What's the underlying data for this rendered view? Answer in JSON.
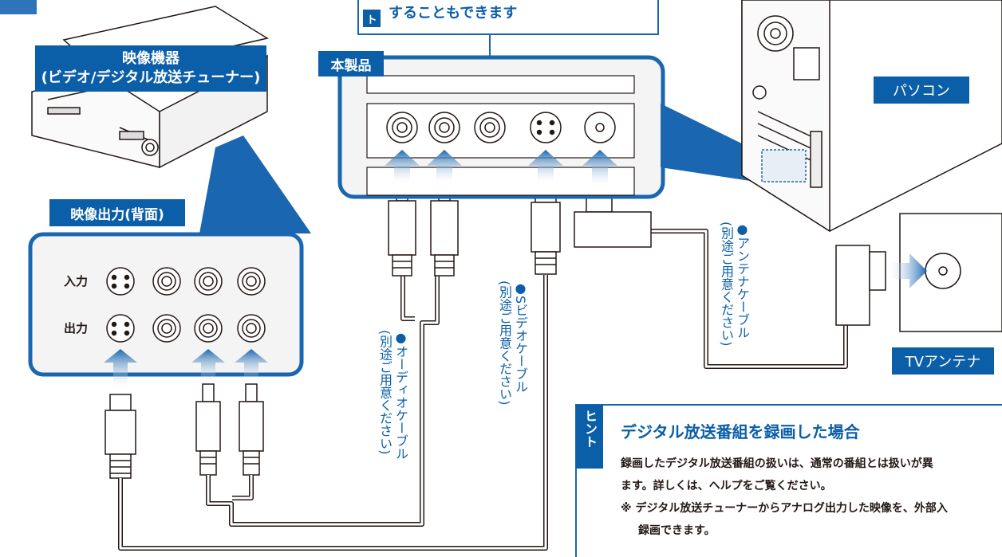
{
  "colors": {
    "accent": "#0b5ea8",
    "frame": "#1a66b0",
    "line": "#231815",
    "panel": "#f4f4f4"
  },
  "callout_top": {
    "label": "ト",
    "text": "することもできます"
  },
  "video_device_label": {
    "line1": "映像機器",
    "line2": "(ビデオ/デジタル放送チューナー)"
  },
  "product_label": "本製品",
  "pc_label": "パソコン",
  "output_panel_label": "映像出力(背面)",
  "panel_rows": {
    "input": "入力",
    "output": "出力"
  },
  "tv_antenna_label": "TVアンテナ",
  "cables": {
    "antenna": {
      "line1": "●アンテナケーブル",
      "line2": "(別途ご用意ください)"
    },
    "svideo": {
      "line1": "●Sビデオケーブル",
      "line2": "(別途ご用意ください)"
    },
    "audio": {
      "line1": "●オーディオケーブル",
      "line2": "(別途ご用意ください)"
    }
  },
  "hint": {
    "tab": "ヒント",
    "title": "デジタル放送番組を録画した場合",
    "line1": "録画したデジタル放送番組の扱いは、通常の番組とは扱いが異",
    "line2": "ます。詳しくは、ヘルプをご覧ください。",
    "line3": "※ デジタル放送チューナーからアナログ出力した映像を、外部入",
    "line4": "録画できます。"
  }
}
